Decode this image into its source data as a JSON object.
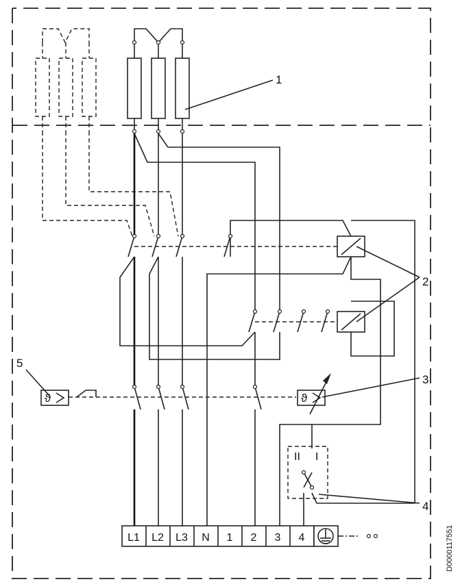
{
  "diagram": {
    "terminals": [
      "L1",
      "L2",
      "L3",
      "N",
      "1",
      "2",
      "3",
      "4"
    ],
    "callouts": [
      "1",
      "2",
      "3",
      "4",
      "5"
    ],
    "switch_labels": {
      "position_two": "II",
      "position_one": "I"
    },
    "document_id": "D0000117551"
  }
}
